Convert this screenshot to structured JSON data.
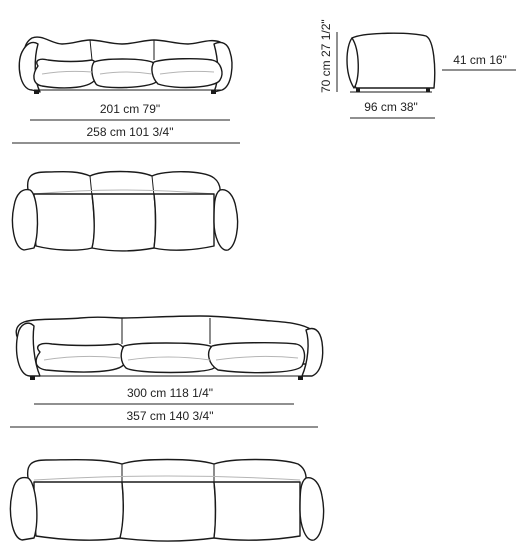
{
  "dimensions": {
    "small_inner_width": "201 cm 79\"",
    "small_overall_width": "258 cm 101 3/4\"",
    "height": "70 cm 27 1/2\"",
    "seat_height": "41 cm 16\"",
    "depth": "96 cm 38\"",
    "large_inner_width": "300 cm 118 1/4\"",
    "large_overall_width": "357 cm 140 3/4\""
  },
  "colors": {
    "line": "#1a1a1a",
    "seam": "#b5b5b5",
    "background": "#ffffff"
  }
}
